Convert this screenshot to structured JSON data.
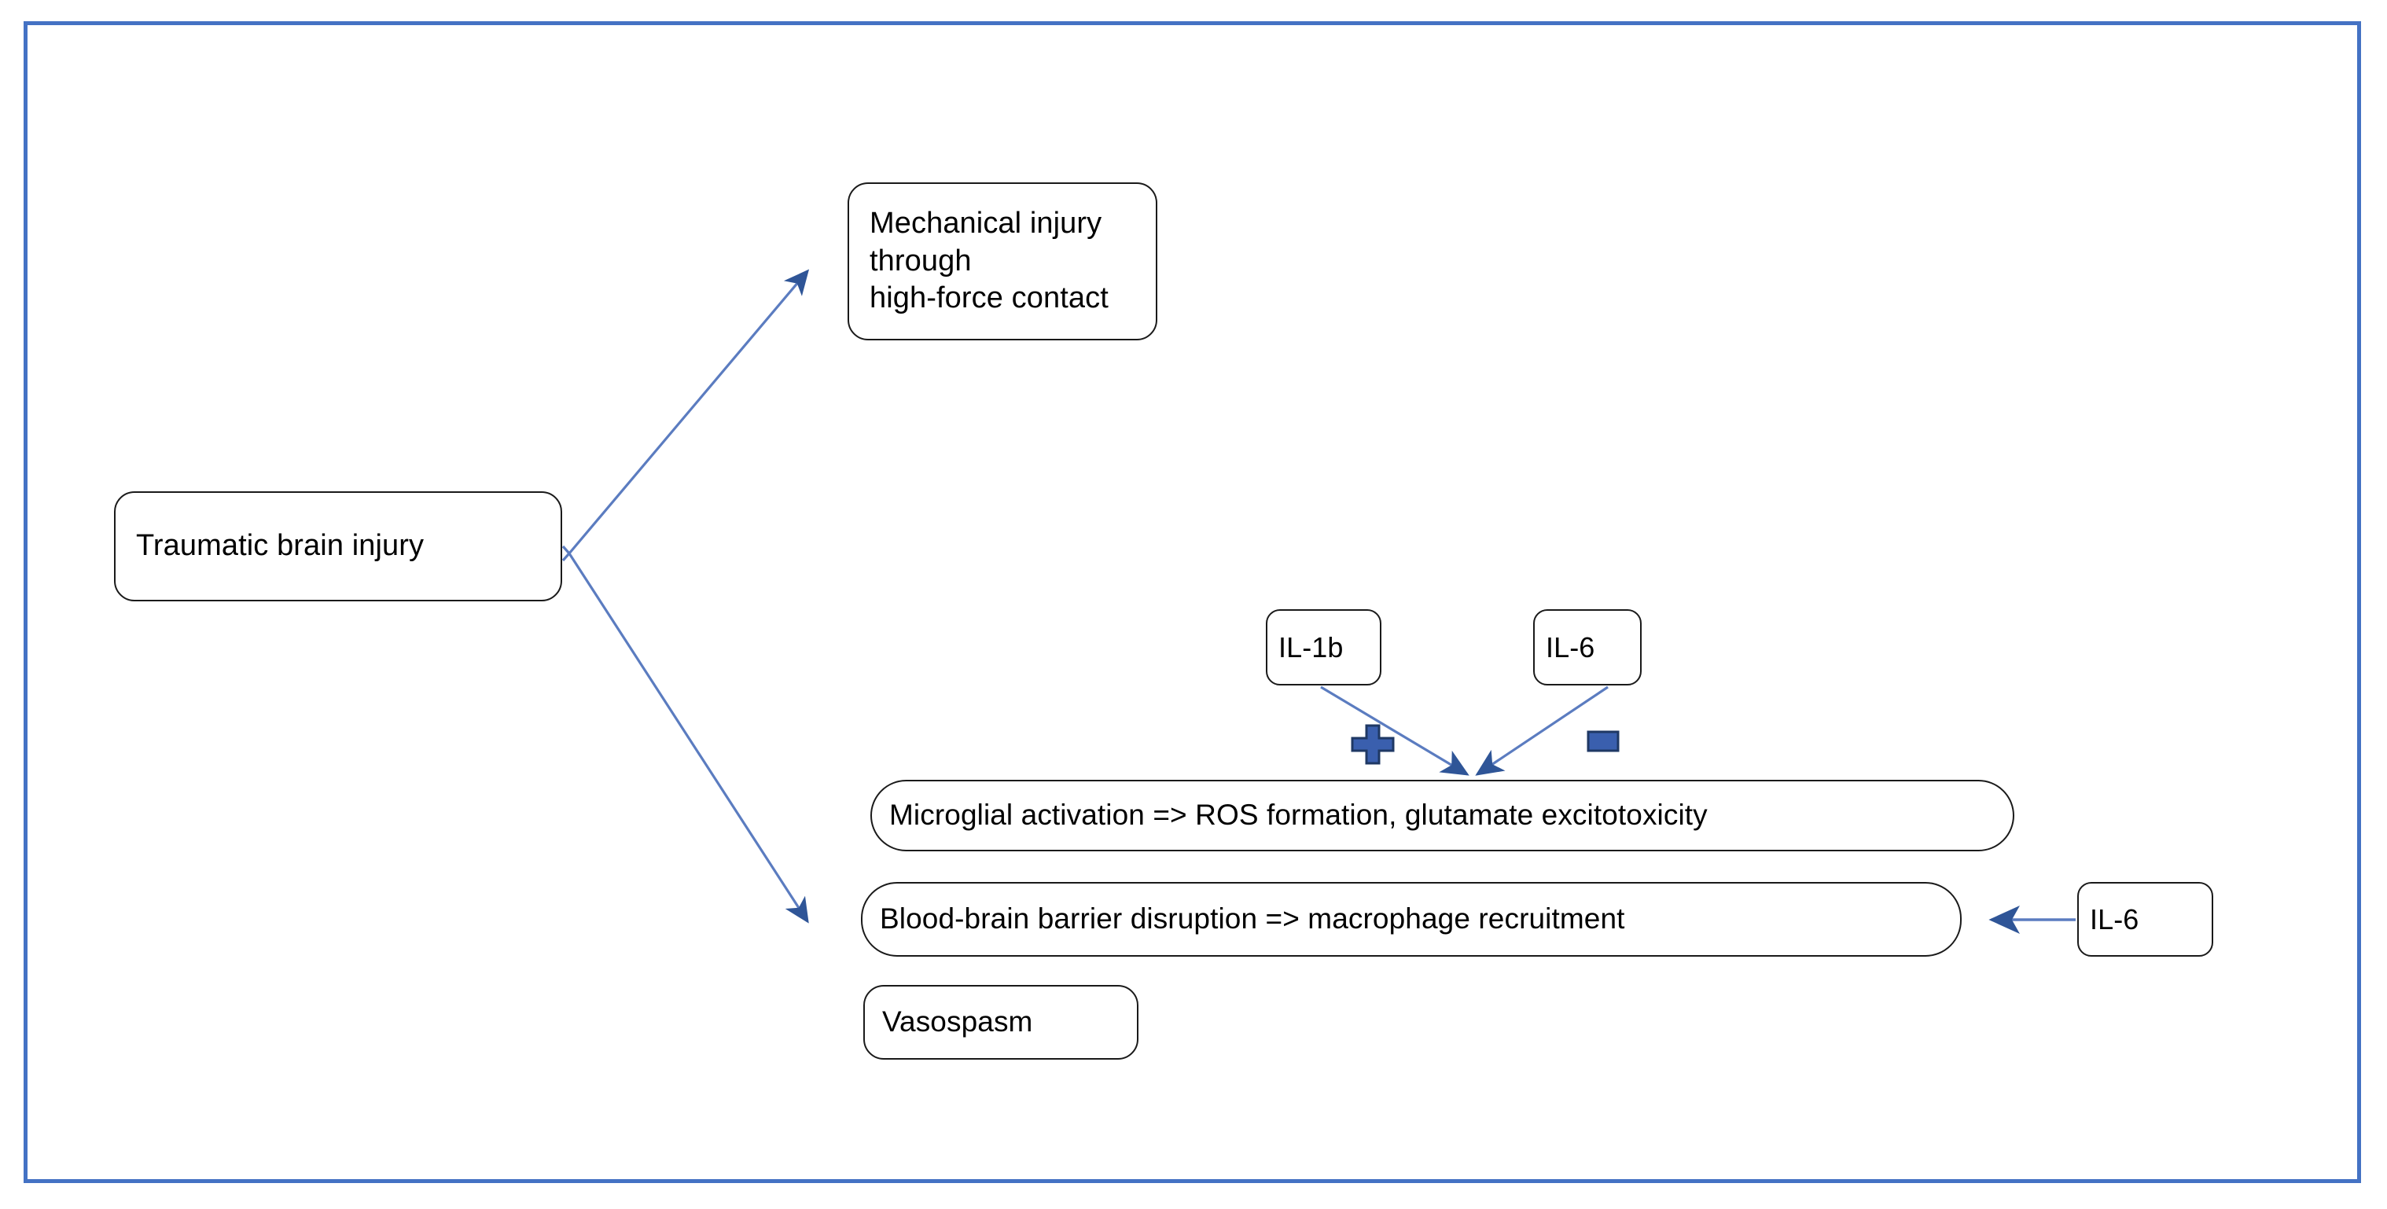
{
  "diagram": {
    "title": "Traumatic brain injury pathophysiology flow diagram",
    "frame_color": "#4472C4",
    "node_border_color": "#1A1A1A",
    "arrow_color": "#4472C4",
    "arrow_line_color": "#5B7CC0",
    "sign_fill_color": "#3A5FAE",
    "sign_stroke_color": "#1F3864",
    "background_color": "#FFFFFF"
  },
  "nodes": {
    "tbi": {
      "label": "Traumatic brain injury"
    },
    "mechanical_injury": {
      "label": "Mechanical injury through\nhigh-force contact"
    },
    "il1b": {
      "label": "IL-1b"
    },
    "il6_top": {
      "label": "IL-6"
    },
    "microglial_activation": {
      "label": "Microglial activation => ROS formation, glutamate excitotoxicity"
    },
    "bbb_disruption": {
      "label": "Blood-brain barrier disruption => macrophage recruitment"
    },
    "il6_right": {
      "label": "IL-6"
    },
    "vasospasm": {
      "label": "Vasospasm"
    }
  },
  "signs": {
    "plus": {
      "name": "plus-sign",
      "meaning": "+"
    },
    "minus": {
      "name": "minus-sign",
      "meaning": "-"
    }
  },
  "edges": [
    {
      "name": "tbi-to-mechanical-injury",
      "from": "tbi",
      "to": "mechanical_injury",
      "marker": "arrow"
    },
    {
      "name": "tbi-to-bbb-disruption",
      "from": "tbi",
      "to": "bbb_disruption",
      "marker": "arrow"
    },
    {
      "name": "il1b-to-microglial-activation",
      "from": "il1b",
      "to": "microglial_activation",
      "marker": "arrow",
      "sign": "plus"
    },
    {
      "name": "il6-to-microglial-activation",
      "from": "il6_top",
      "to": "microglial_activation",
      "marker": "arrow",
      "sign": "minus"
    },
    {
      "name": "il6-to-bbb-disruption",
      "from": "il6_right",
      "to": "bbb_disruption",
      "marker": "arrow"
    }
  ]
}
